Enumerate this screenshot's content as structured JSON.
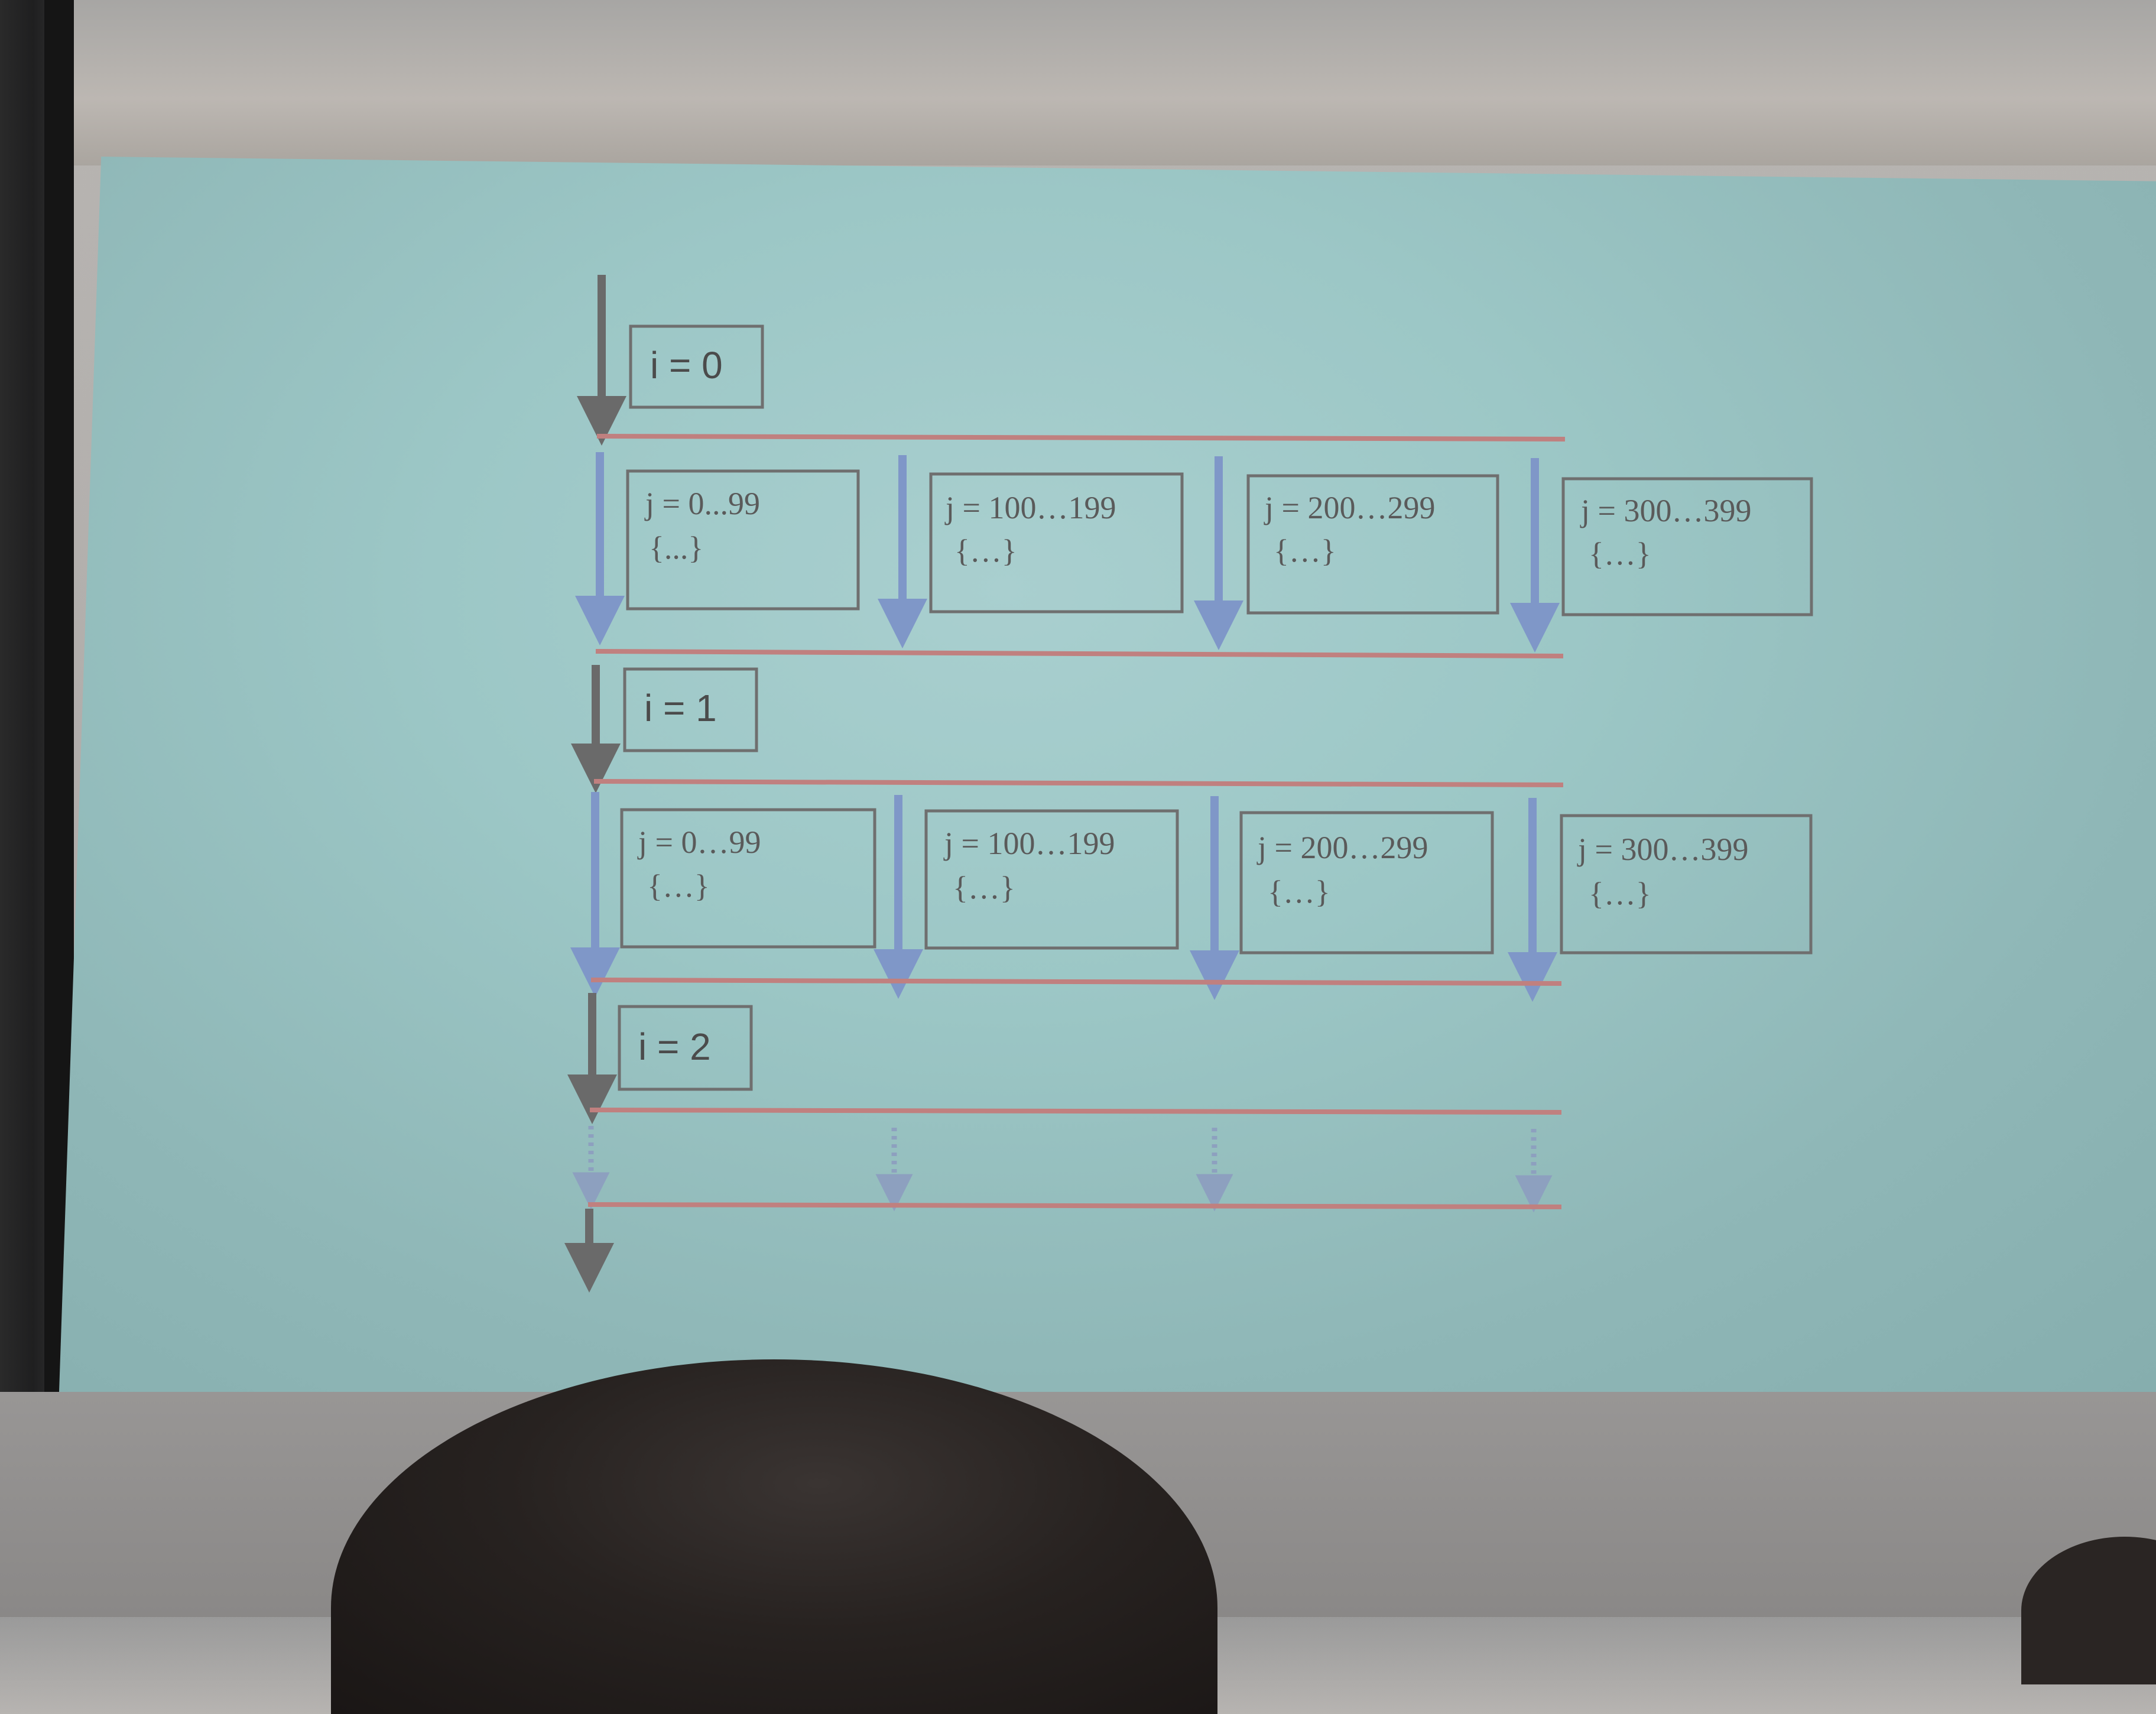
{
  "slide": {
    "outer_rows": [
      {
        "label": "i = 0"
      },
      {
        "label": "i = 1"
      },
      {
        "label": "i = 2"
      }
    ],
    "chunks": [
      {
        "range": "j = 0...99",
        "body": "{...}"
      },
      {
        "range": "j = 100…199",
        "body": "{…}"
      },
      {
        "range": "j = 200…299",
        "body": "{…}"
      },
      {
        "range": "j = 300…399",
        "body": "{…}"
      }
    ],
    "chunks_row2": [
      {
        "range": "j = 0…99",
        "body": "{…}"
      },
      {
        "range": "j = 100…199",
        "body": "{…}"
      },
      {
        "range": "j = 200…299",
        "body": "{…}"
      },
      {
        "range": "j = 300…399",
        "body": "{…}"
      }
    ]
  },
  "colors": {
    "projection": "#9cc7c6",
    "barrier": "#c0807f",
    "thread_arrow": "#7f97c8",
    "main_arrow": "#6a6a6a",
    "box_border": "#6f6f6f"
  }
}
